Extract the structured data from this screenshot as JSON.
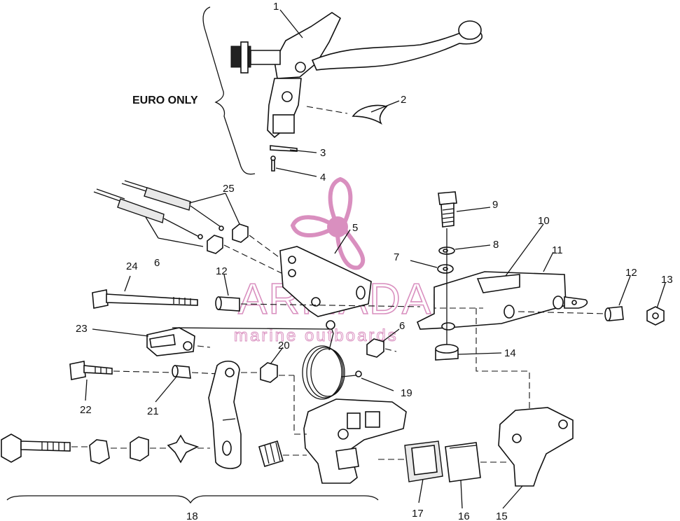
{
  "diagram": {
    "note": "EURO ONLY",
    "callouts": [
      "1",
      "2",
      "3",
      "4",
      "5",
      "6",
      "6",
      "7",
      "8",
      "9",
      "10",
      "11",
      "12",
      "12",
      "13",
      "14",
      "15",
      "16",
      "17",
      "18",
      "19",
      "20",
      "21",
      "22",
      "23",
      "24",
      "25"
    ]
  },
  "watermark": {
    "brand": "ARMADA",
    "tagline": "marine outboards",
    "color": "#d98fbf"
  }
}
